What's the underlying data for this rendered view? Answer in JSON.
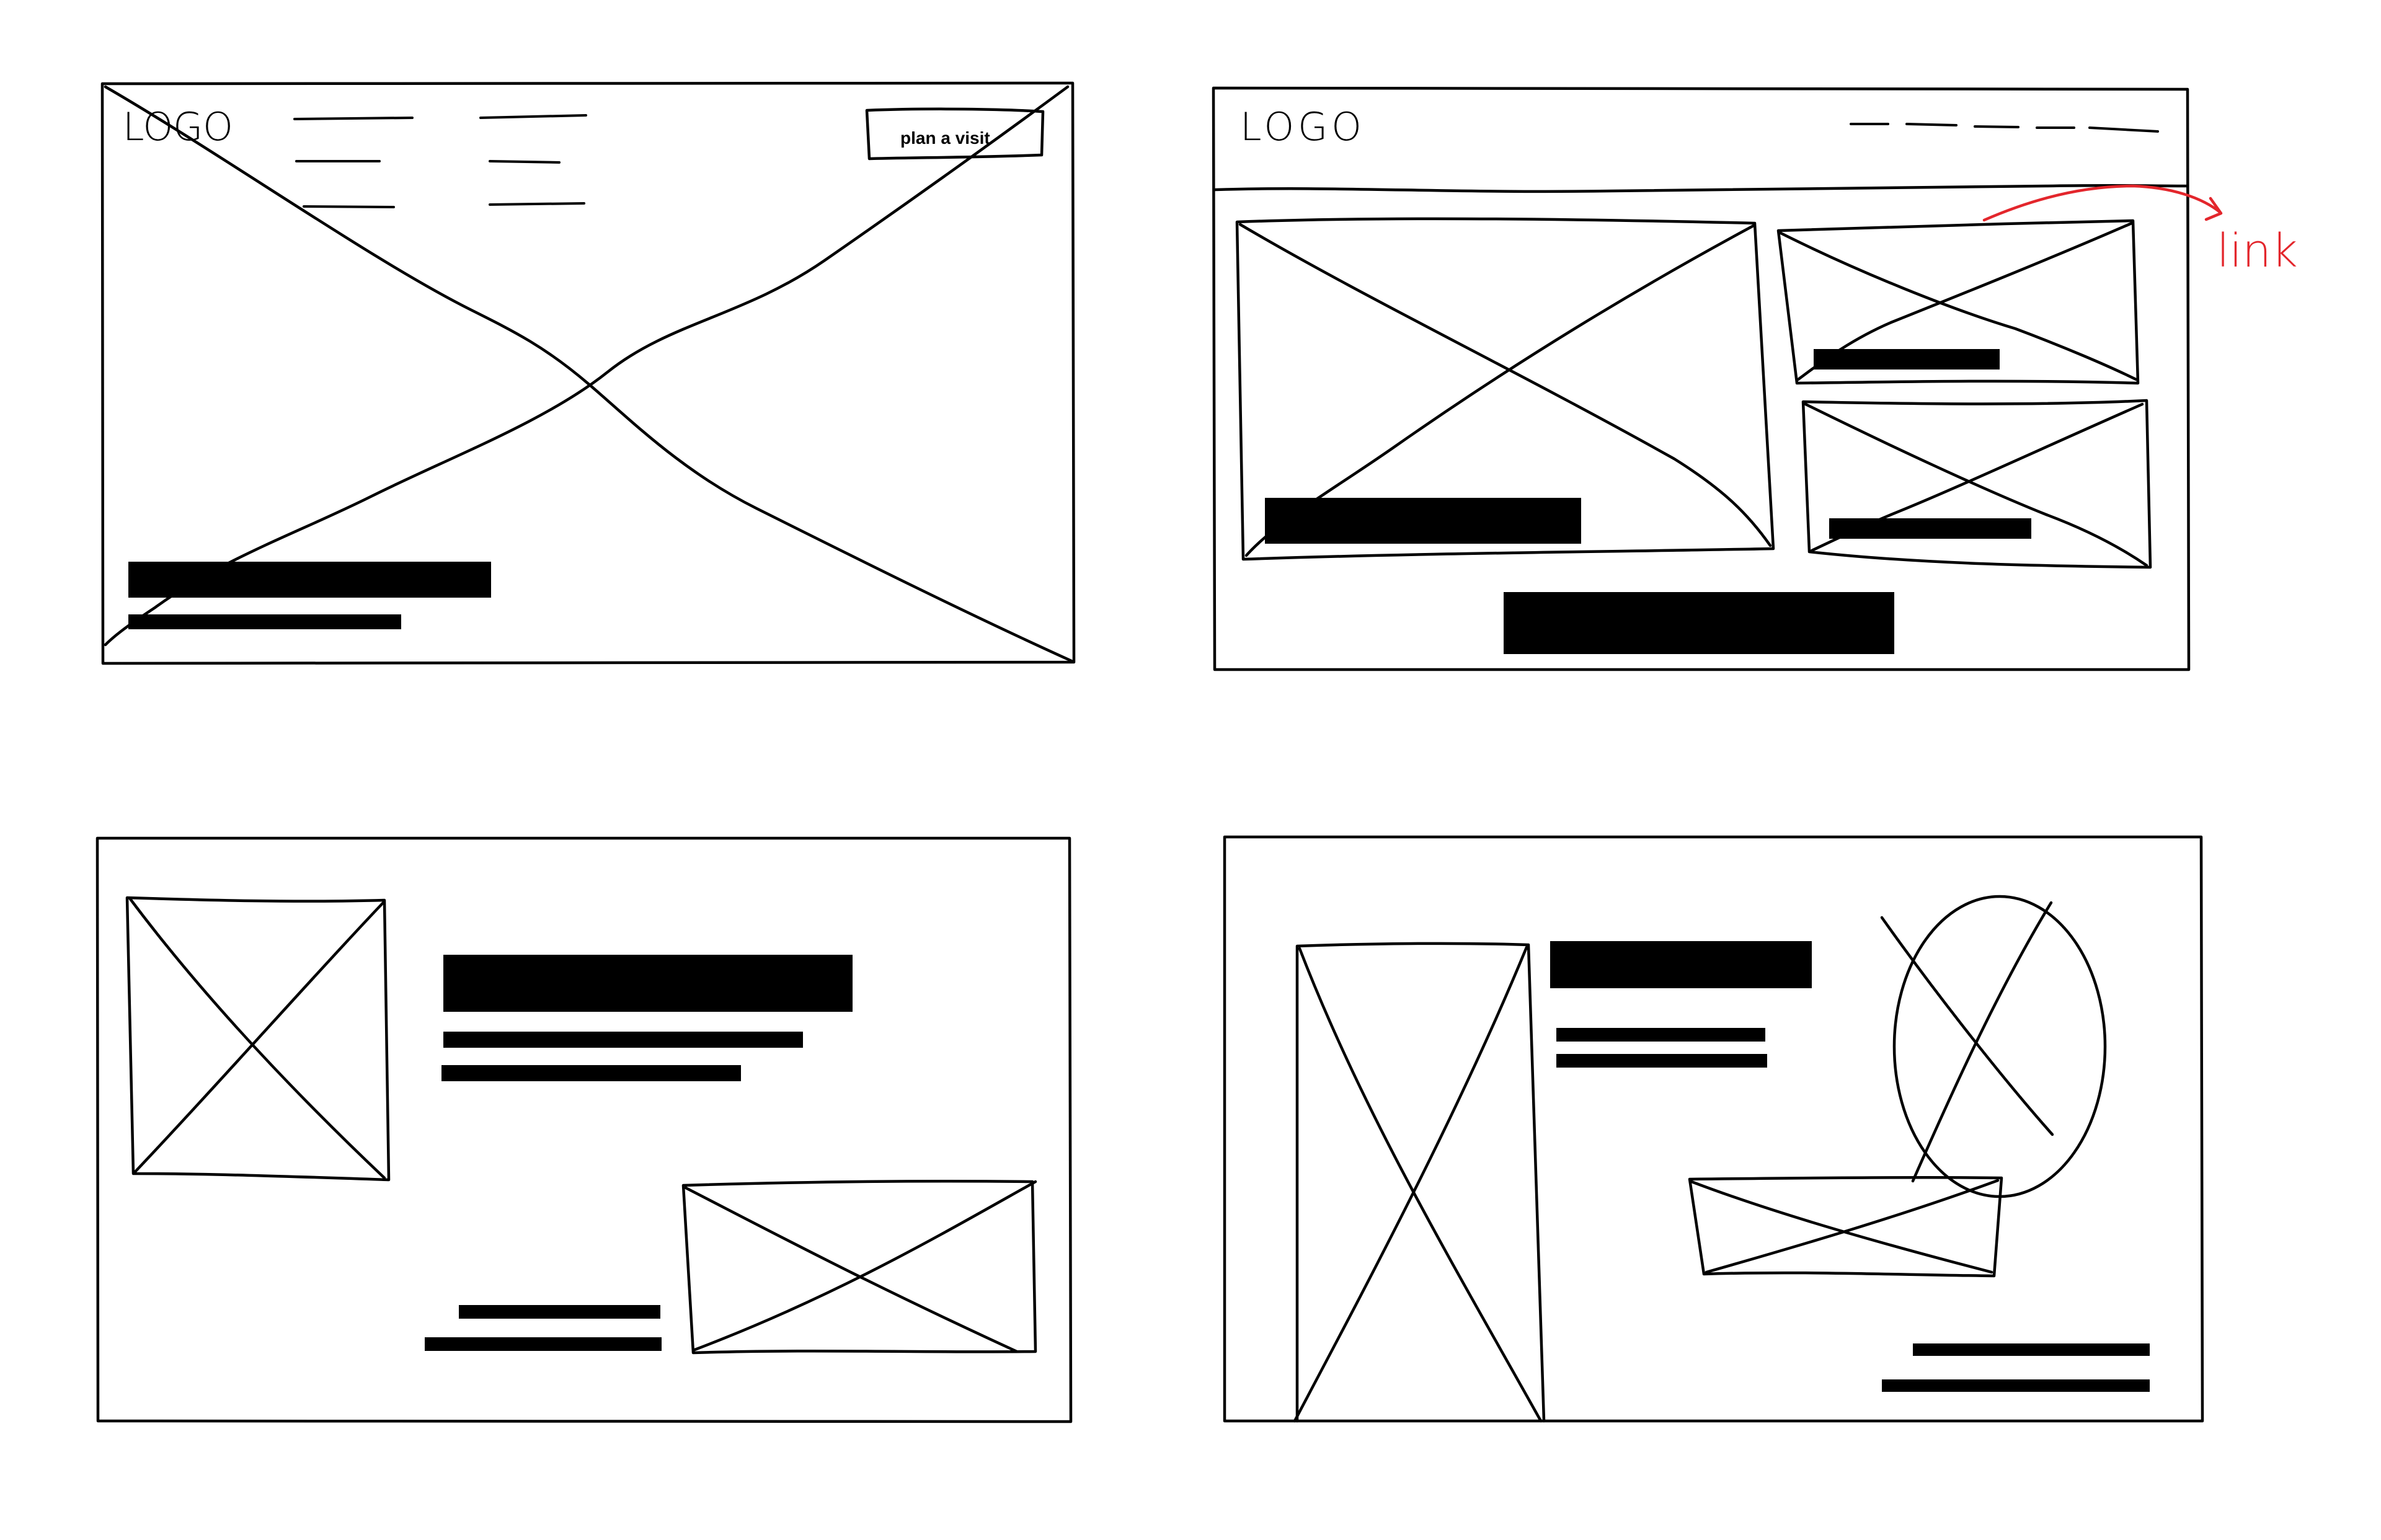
{
  "wireframe_1": {
    "logo_text": "LOGO",
    "cta_button_label": "plan a visit"
  },
  "wireframe_2": {
    "logo_text": "LOGO",
    "annotation_label": "link",
    "annotation_color": "#e3262c"
  },
  "wireframe_3": {},
  "wireframe_4": {},
  "colors": {
    "ink": "#000000",
    "paper": "#ffffff",
    "annotation": "#e3262c"
  }
}
